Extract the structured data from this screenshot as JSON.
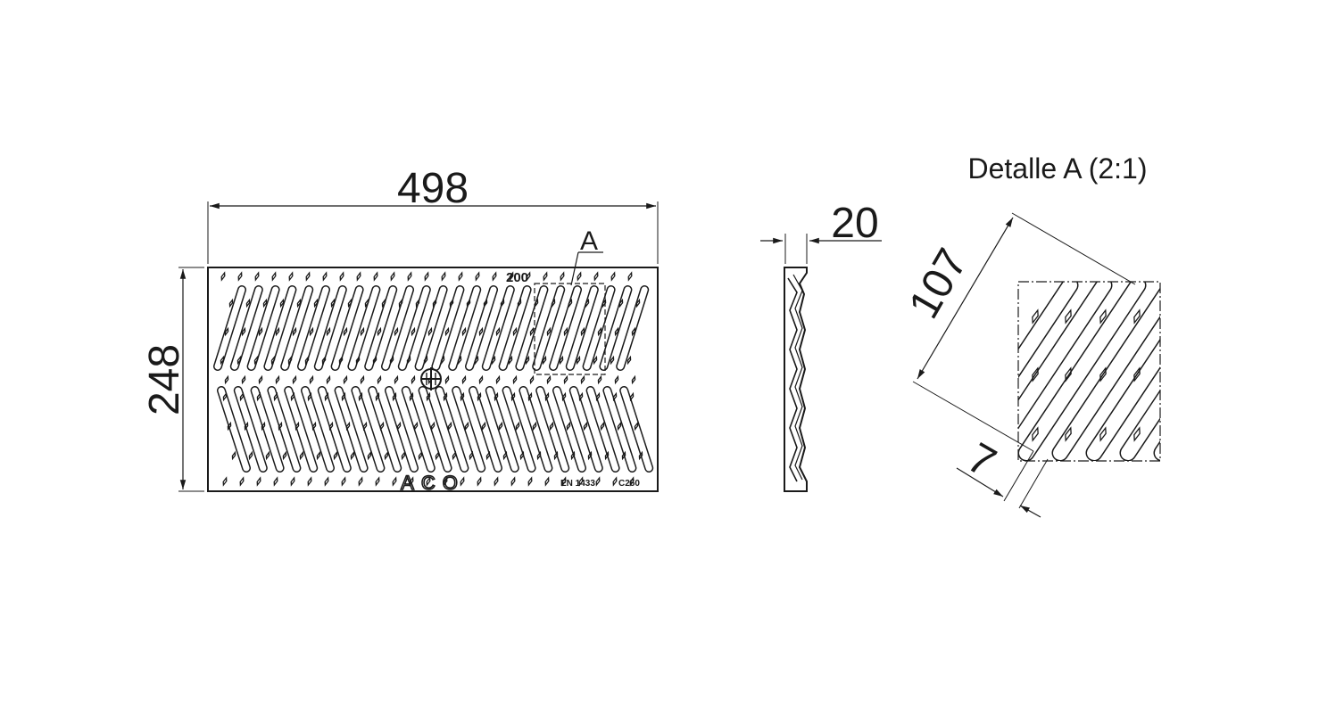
{
  "dimensions": {
    "width": "498",
    "height": "248",
    "thickness": "20",
    "detail_slot_length": "107",
    "detail_slot_width": "7"
  },
  "detail": {
    "marker": "A",
    "title": "Detalle A (2:1)"
  },
  "markings": {
    "size": "200",
    "brand": "ACO",
    "standard": "EN 1433",
    "load_class": "C250"
  }
}
